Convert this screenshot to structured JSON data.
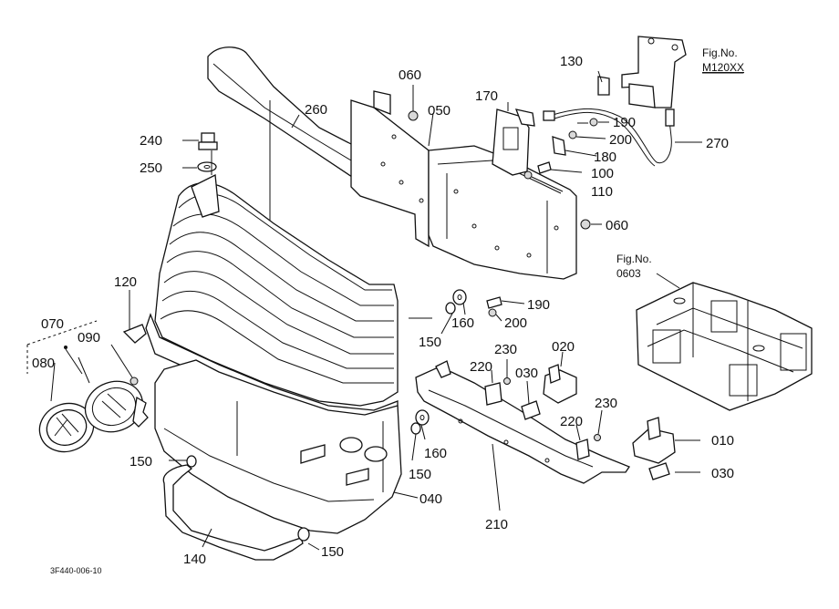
{
  "figure": {
    "ref_top_label": "Fig.No.",
    "ref_top_value": "M120XX",
    "ref_right_label": "Fig.No.",
    "ref_right_value": "0603",
    "drawing_code": "3F440-006-10"
  },
  "callouts": {
    "c010": "010",
    "c020": "020",
    "c030a": "030",
    "c030b": "030",
    "c040": "040",
    "c050": "050",
    "c060a": "060",
    "c060b": "060",
    "c070": "070",
    "c080": "080",
    "c090": "090",
    "c100": "100",
    "c110": "110",
    "c120": "120",
    "c130": "130",
    "c140": "140",
    "c150a": "150",
    "c150b": "150",
    "c150c": "150",
    "c150d": "150",
    "c160a": "160",
    "c160b": "160",
    "c170": "170",
    "c180": "180",
    "c190a": "190",
    "c190b": "190",
    "c200a": "200",
    "c200b": "200",
    "c210": "210",
    "c220a": "220",
    "c220b": "220",
    "c230a": "230",
    "c230b": "230",
    "c240": "240",
    "c250": "250",
    "c260": "260",
    "c270": "270"
  }
}
